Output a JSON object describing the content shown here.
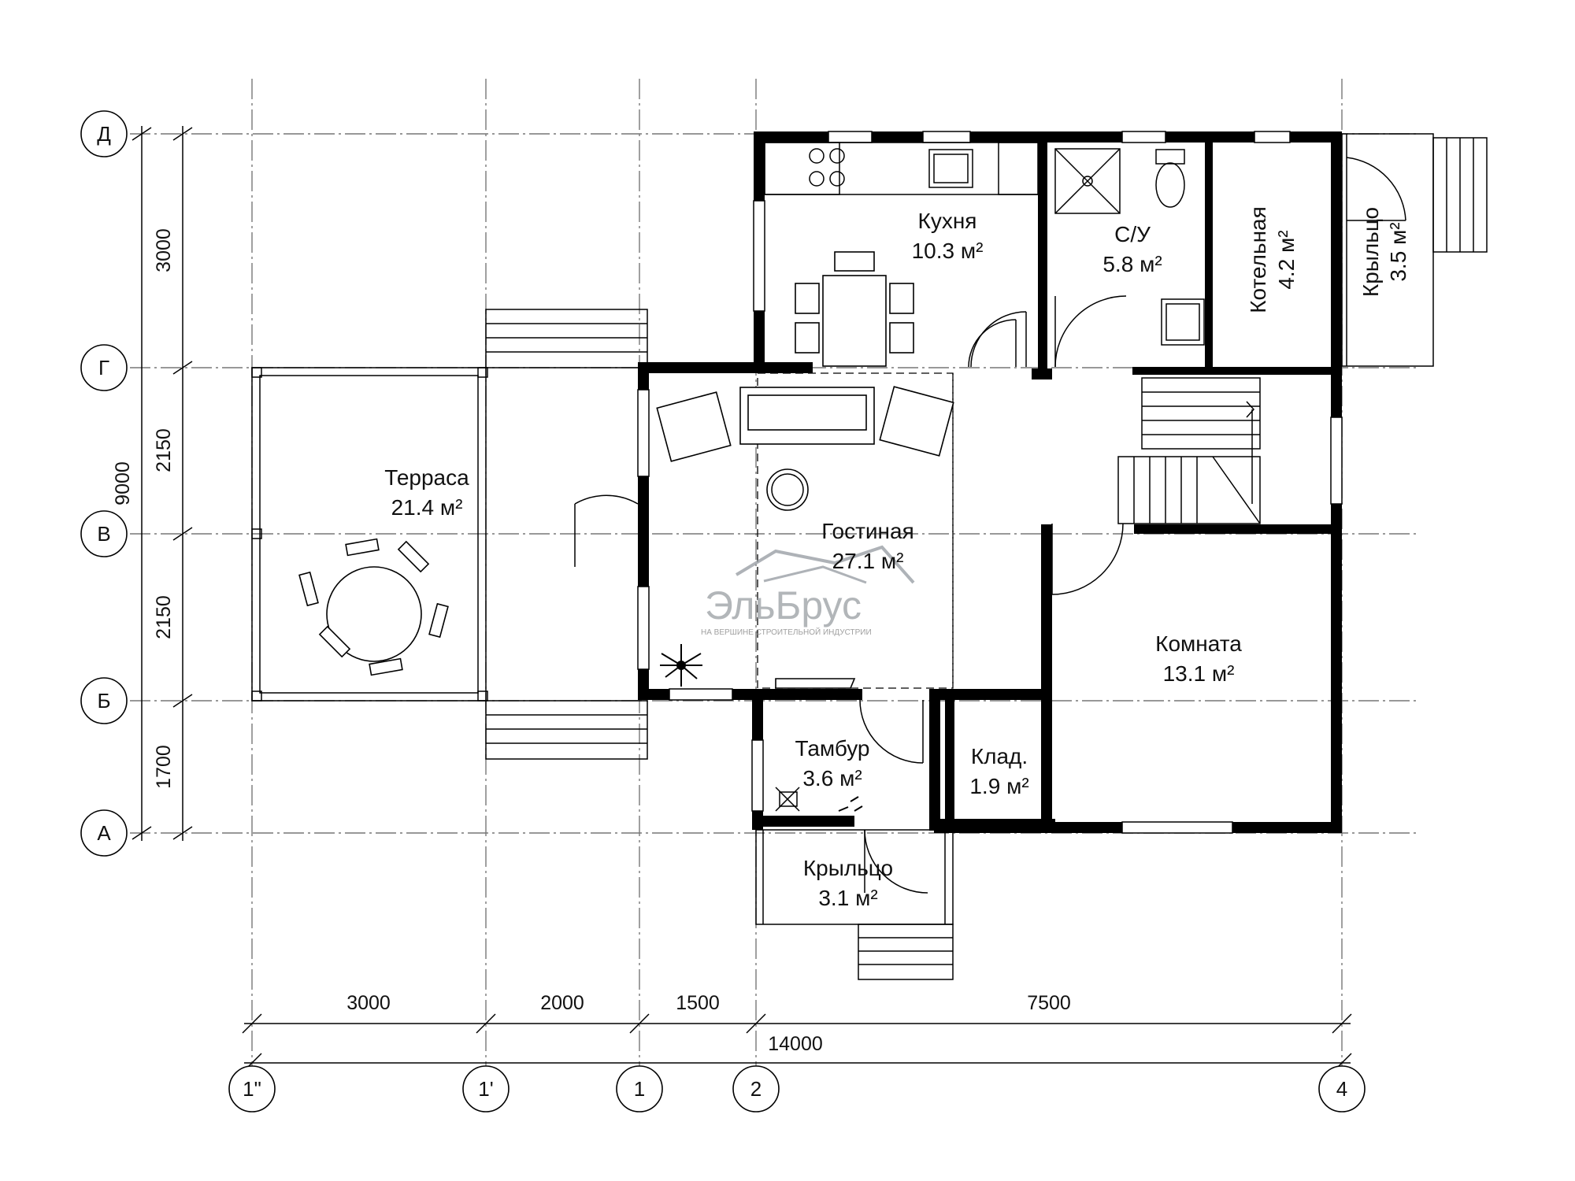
{
  "rooms": [
    {
      "name": "Кухня",
      "area": "10.3 м²"
    },
    {
      "name": "С/У",
      "area": "5.8 м²"
    },
    {
      "name": "Котельная",
      "area": "4.2 м²"
    },
    {
      "name": "Крыльцо",
      "area": "3.5 м²"
    },
    {
      "name": "Терраса",
      "area": "21.4 м²"
    },
    {
      "name": "Гостиная",
      "area": "27.1 м²"
    },
    {
      "name": "Комната",
      "area": "13.1 м²"
    },
    {
      "name": "Тамбур",
      "area": "3.6 м²"
    },
    {
      "name": "Клад.",
      "area": "1.9 м²"
    },
    {
      "name": "Крыльцо",
      "area": "3.1 м²"
    }
  ],
  "axes_rows": [
    "Д",
    "Г",
    "В",
    "Б",
    "А"
  ],
  "axes_cols": [
    "1\"",
    "1'",
    "1",
    "2",
    "4"
  ],
  "dims_vertical": [
    "3000",
    "2150",
    "2150",
    "1700",
    "9000"
  ],
  "dims_horizontal": [
    "3000",
    "2000",
    "1500",
    "7500",
    "14000"
  ],
  "logo": {
    "name": "ЭльБрус",
    "tagline": "НА ВЕРШИНЕ СТРОИТЕЛЬНОЙ ИНДУСТРИИ"
  }
}
